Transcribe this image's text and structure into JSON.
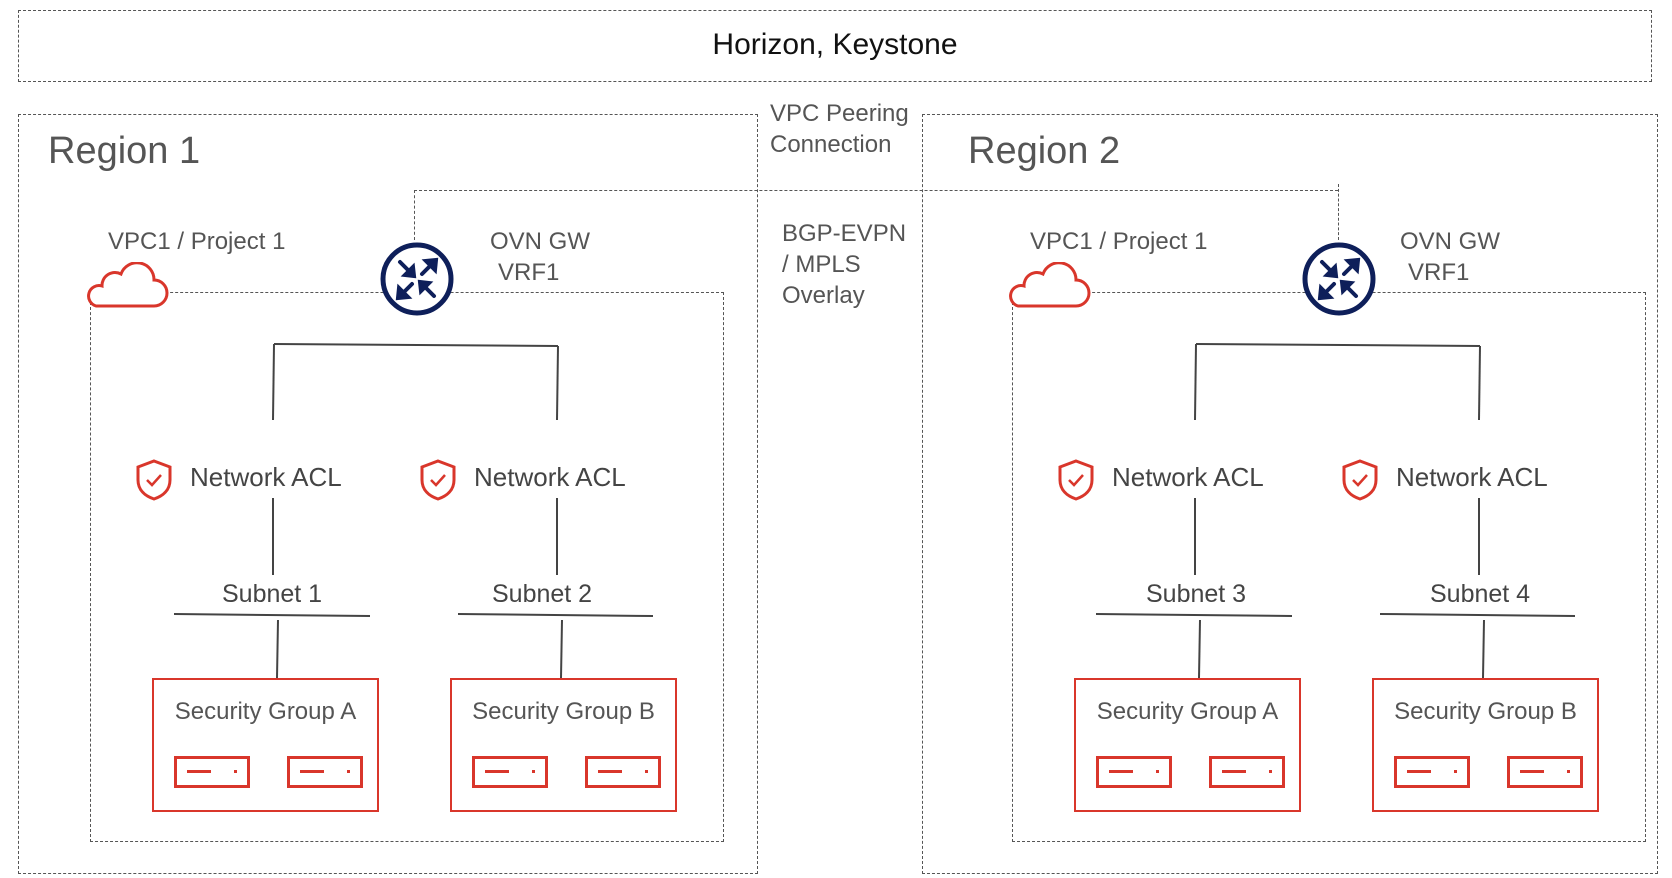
{
  "header": {
    "label": "Horizon, Keystone"
  },
  "peering": {
    "connection_label": [
      "VPC Peering",
      "Connection"
    ],
    "overlay_label": [
      "BGP-EVPN",
      "/ MPLS",
      "Overlay"
    ]
  },
  "colors": {
    "accent_red": "#d9362b",
    "router_navy": "#0e1f5a",
    "border_gray": "#555555"
  },
  "regions": [
    {
      "title": "Region 1",
      "vpc_label": "VPC1 / Project 1",
      "gateway_label": [
        "OVN GW",
        "VRF1"
      ],
      "acls": [
        "Network ACL",
        "Network ACL"
      ],
      "subnets": [
        "Subnet 1",
        "Subnet 2"
      ],
      "security_groups": [
        "Security Group A",
        "Security Group B"
      ]
    },
    {
      "title": "Region 2",
      "vpc_label": "VPC1 / Project 1",
      "gateway_label": [
        "OVN GW",
        "VRF1"
      ],
      "acls": [
        "Network ACL",
        "Network ACL"
      ],
      "subnets": [
        "Subnet 3",
        "Subnet 4"
      ],
      "security_groups": [
        "Security Group A",
        "Security Group B"
      ]
    }
  ]
}
